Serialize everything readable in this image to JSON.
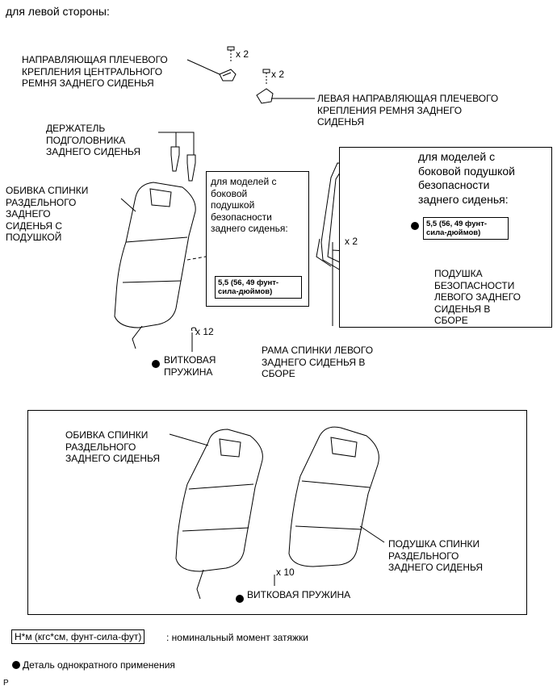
{
  "header": {
    "title": "для левой стороны:"
  },
  "labels": {
    "shoulder_guide_center": "НАПРАВЛЯЮЩАЯ ПЛЕЧЕВОГО\nКРЕПЛЕНИЯ ЦЕНТРАЛЬНОГО\nРЕМНЯ ЗАДНЕГО СИДЕНЬЯ",
    "shoulder_guide_left": "ЛЕВАЯ НАПРАВЛЯЮЩАЯ ПЛЕЧЕВОГО\nКРЕПЛЕНИЯ РЕМНЯ ЗАДНЕГО\nСИДЕНЬЯ",
    "headrest_holder": "ДЕРЖАТЕЛЬ\nПОДГОЛОВНИКА\nЗАДНЕГО СИДЕНЬЯ",
    "back_cover_with_pad": "ОБИВКА СПИНКИ\nРАЗДЕЛЬНОГО\nЗАДНЕГО\nСИДЕНЬЯ С\nПОДУШКОЙ",
    "side_airbag_note_left": "для моделей с\nбоковой\nподушкой\nбезопасности\nзаднего сиденья:",
    "side_airbag_note_right": "для моделей с\nбоковой подушкой\nбезопасности\nзаднего сиденья:",
    "airbag_assy": "ПОДУШКА\nБЕЗОПАСНОСТИ\nЛЕВОГО ЗАДНЕГО\nСИДЕНЬЯ В\nСБОРЕ",
    "frame_assy": "РАМА СПИНКИ ЛЕВОГО\nЗАДНЕГО СИДЕНЬЯ В\nСБОРЕ",
    "coil_spring_1": "ВИТКОВАЯ\nПРУЖИНА",
    "back_cover": "ОБИВКА СПИНКИ\nРАЗДЕЛЬНОГО\nЗАДНЕГО СИДЕНЬЯ",
    "back_pad": "ПОДУШКА СПИНКИ\nРАЗДЕЛЬНОГО\nЗАДНЕГО СИДЕНЬЯ",
    "coil_spring_2": "ВИТКОВАЯ ПРУЖИНА"
  },
  "counts": {
    "x2_top1": "x 2",
    "x2_top2": "x 2",
    "x2_frame": "x 2",
    "x12": "x 12",
    "x10": "x 10"
  },
  "torque": {
    "left": "5,5 (56, 49 фунт-\nсила-дюймов)",
    "right": "5,5 (56, 49 фунт-\nсила-дюймов)"
  },
  "legend": {
    "torque_unit": "Н*м (кгс*см, фунт-сила-фут)",
    "torque_desc": ": номинальный момент затяжки",
    "nonreusable": "Деталь однократного применения"
  },
  "footer": {
    "code": "P"
  }
}
